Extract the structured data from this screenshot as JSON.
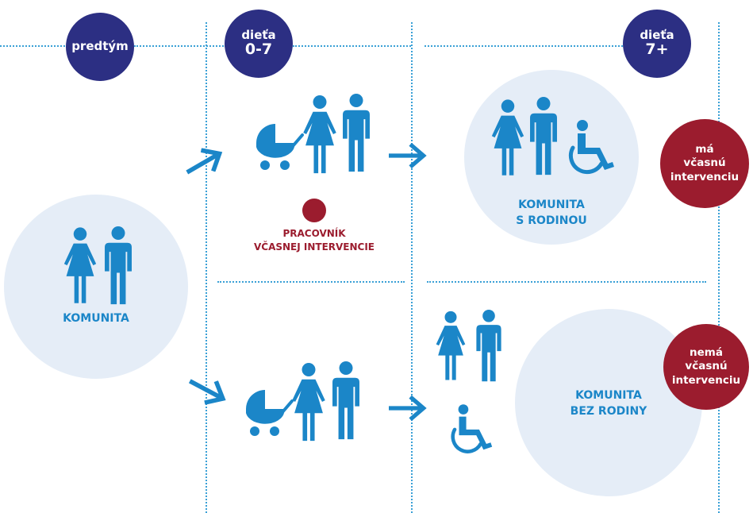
{
  "headers": {
    "before": {
      "line1": "predtým"
    },
    "child07": {
      "line1": "dieťa",
      "line2": "0-7"
    },
    "child7plus": {
      "line1": "dieťa",
      "line2": "7+"
    }
  },
  "labels": {
    "community": "KOMUNITA",
    "worker_line1": "PRACOVNÍK",
    "worker_line2": "VČASNEJ INTERVENCIE",
    "with_family_line1": "KOMUNITA",
    "with_family_line2": "S RODINOU",
    "without_family_line1": "KOMUNITA",
    "without_family_line2": "BEZ RODINY"
  },
  "badges": {
    "has": {
      "line1": "má",
      "line2": "včasnú",
      "line3": "intervenciu"
    },
    "hasnot": {
      "line1": "nemá",
      "line2": "včasnú",
      "line3": "intervenciu"
    }
  },
  "icons": [
    "woman-icon",
    "man-icon",
    "stroller-icon",
    "wheelchair-icon",
    "arrow-icon"
  ],
  "colors": {
    "navy": "#2c2f83",
    "blue": "#1b86c8",
    "light": "#e5edf7",
    "red": "#9b1c2e",
    "dots": "#3aa0d6"
  }
}
